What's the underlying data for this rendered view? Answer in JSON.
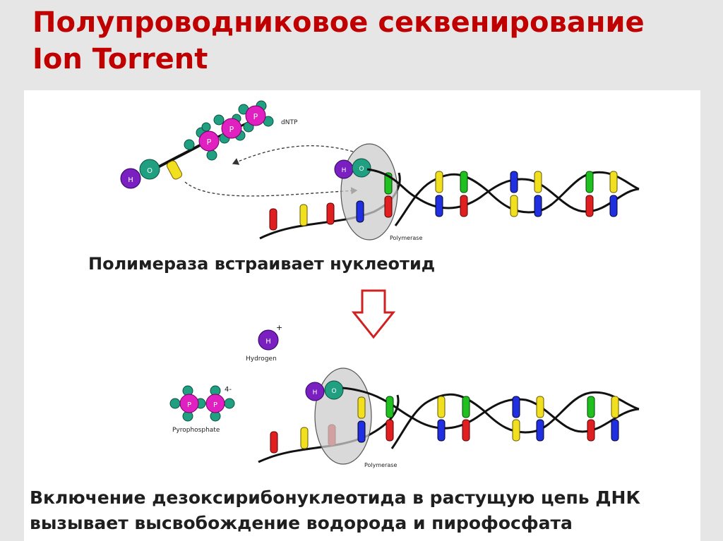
{
  "title": {
    "line1": "Полупроводниковое секвенирование",
    "line2": "Ion Torrent"
  },
  "labels": {
    "dntp": "dNTP",
    "polymerase_top": "Polymerase",
    "polymerase_bottom": "Polymerase",
    "hydrogen": "Hydrogen",
    "pyrophosphate": "Pyrophosphate",
    "hydrogen_charge": "+",
    "pyrophosphate_charge": "4-",
    "h": "H",
    "o": "O",
    "p": "P"
  },
  "captions": {
    "step1": "Полимераза встраивает нуклеотид",
    "step2_line1": "Включение дезоксирибонуклеотида в растущую цепь ДНК",
    "step2_line2": "вызывает высвобождение водорода и пирофосфата"
  },
  "colors": {
    "title": "#c00000",
    "arrow": "#d02020",
    "red_base": "#e02020",
    "yellow_base": "#f0e020",
    "green_base": "#20c020",
    "blue_base": "#2030e0",
    "hydrogen_atom": "#7a20c0",
    "oxygen_atom": "#20a080",
    "phosphorus_atom": "#e020c0",
    "polymerase": "#cccccc"
  }
}
